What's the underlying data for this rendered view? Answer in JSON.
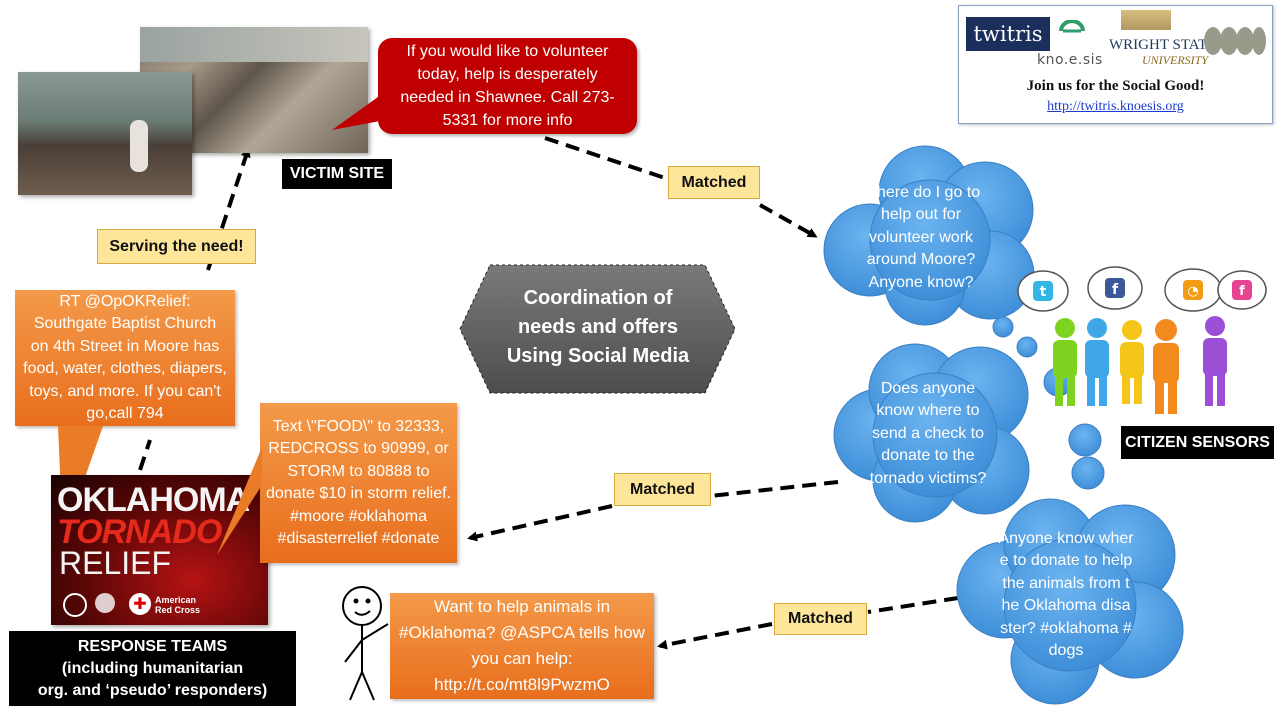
{
  "victim_site": {
    "label": "VICTIM SITE"
  },
  "response_teams": {
    "label_line1": "RESPONSE TEAMS",
    "label_line2": "(including humanitarian",
    "label_line3": "org. and ‘pseudo’ responders)",
    "poster_line1": "OKLAHOMA",
    "poster_line2": "TORNADO",
    "poster_line3": "RELIEF",
    "poster_sponsor": "American Red Cross"
  },
  "citizen_sensors": {
    "label": "CITIZEN SENSORS"
  },
  "center": {
    "line1": "Coordination of",
    "line2": "needs and offers",
    "line3": "Using Social Media"
  },
  "tags": {
    "matched_top": "Matched",
    "matched_mid": "Matched",
    "matched_bottom": "Matched",
    "serving": "Serving the need!"
  },
  "tweets": {
    "volunteer_offer": "If you would like to volunteer today, help is desperately needed in Shawnee. Call 273-5331 for more info",
    "rt_op_ok": "RT @OpOKRelief: Southgate Baptist Church on 4th Street in Moore has food, water, clothes, diapers, toys, and more. If you can't go,call 794",
    "text_food": "Text \\\"FOOD\\\" to 32333, REDCROSS to 90999, or STORM to 80888 to donate $10 in storm relief. #moore #oklahoma #disasterrelief #donate",
    "aspca": "Want to help animals in #Oklahoma? @ASPCA tells how you can help: http://t.co/mt8l9PwzmO"
  },
  "needs": {
    "volunteer": "Where do I go to help out for volunteer work around Moore? Anyone know?",
    "check": "Does anyone know where to send a check to donate to the tornado victims?",
    "animals": "Anyone know where to donate to help the animals from the Oklahoma disaster? #oklahoma #dogs"
  },
  "logo_panel": {
    "twitris": "twitris",
    "kno": "kno.e.sis",
    "wsu_line1": "WRIGHT STATE",
    "wsu_line2": "UNIVERSITY",
    "tagline": "Join us for the Social Good!",
    "url": "http://twitris.knoesis.org"
  },
  "colors": {
    "accent_red": "#c00000",
    "accent_orange": "#e87722",
    "cloud_blue": "#4a9be0",
    "tag_yellow": "#fde59a"
  },
  "icons": [
    "twitter-icon",
    "facebook-icon",
    "rss-icon",
    "flickr-icon"
  ]
}
